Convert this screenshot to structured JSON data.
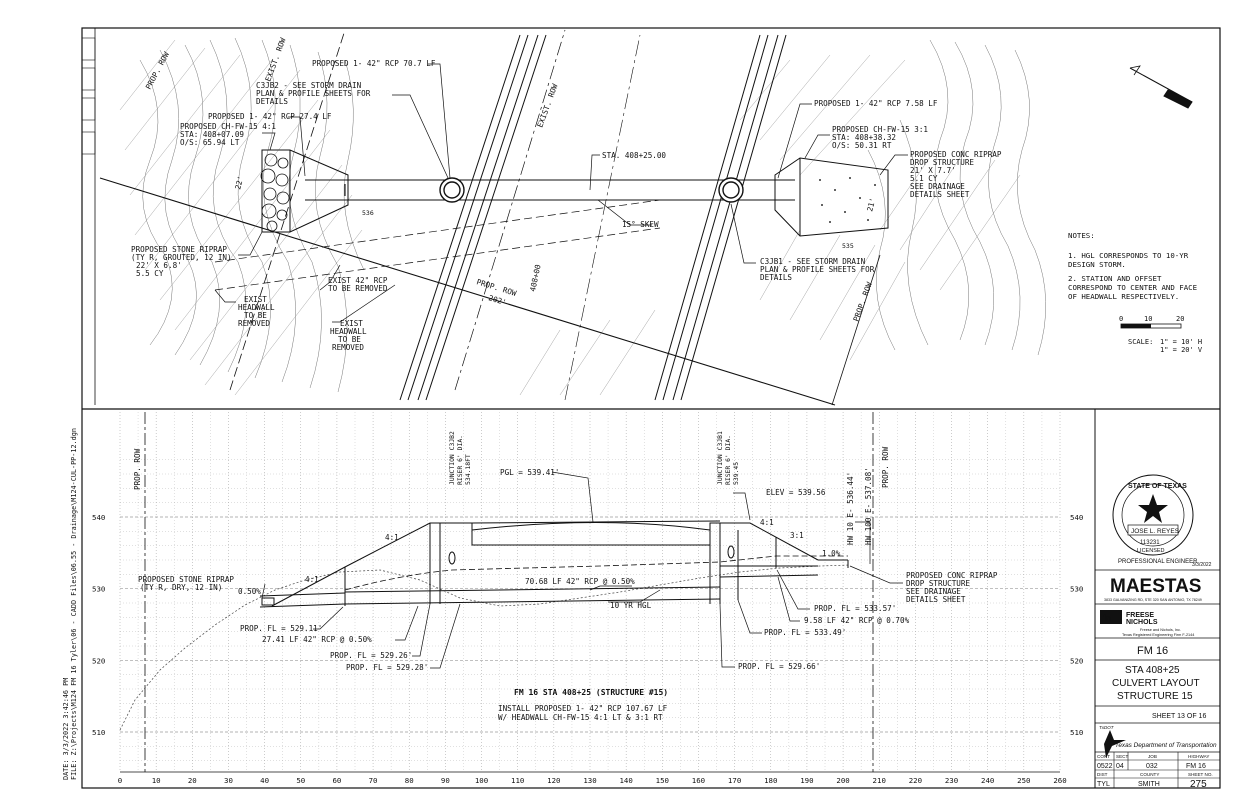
{
  "plan": {
    "labels": {
      "prop_rcp_707": "PROPOSED 1- 42\" RCP 70.7 LF",
      "c3jb2_1": "C3JB2 - SEE STORM DRAIN",
      "c3jb2_2": "PLAN & PROFILE SHEETS FOR",
      "c3jb2_3": "DETAILS",
      "prop_rcp_274": "PROPOSED 1- 42\" RCP 27.4 LF",
      "chfw_lt_1": "PROPOSED CH-FW-15 4:1",
      "chfw_lt_2": "STA: 408+07.09",
      "chfw_lt_3": "O/S: 65.94 LT",
      "dim_22": "22'",
      "prop_row_left": "PROP. ROW",
      "exist_row": "EXIST. ROW",
      "exist_row2": "EXIST. ROW",
      "sta_40825": "STA. 408+25.00",
      "skew": "15° SKEW",
      "sta_40800": "408+00",
      "stone_1": "PROPOSED STONE RIPRAP",
      "stone_2": "(TY R, GROUTED, 12 IN)",
      "stone_3": "22' X 6.8'",
      "stone_4": "5.5 CY",
      "exist_rcp_1": "EXIST 42\" RCP",
      "exist_rcp_2": "TO BE REMOVED",
      "exist_hw_a1": "EXIST",
      "exist_hw_a2": "HEADWALL",
      "exist_hw_a3": "TO BE",
      "exist_hw_a4": "REMOVED",
      "exist_hw_b1": "EXIST",
      "exist_hw_b2": "HEADWALL",
      "exist_hw_b3": "TO BE",
      "exist_hw_b4": "REMOVED",
      "prop_row_mid": "PROP. ROW",
      "dim_202": "202'",
      "prop_rcp_758": "PROPOSED 1- 42\" RCP 7.58 LF",
      "chfw_rt_1": "PROPOSED CH-FW-15 3:1",
      "chfw_rt_2": "STA: 408+38.32",
      "chfw_rt_3": "O/S: 50.31 RT",
      "conc_1": "PROPOSED CONC RIPRAP",
      "conc_2": "DROP STRUCTURE",
      "conc_3": "21' X 7.7'",
      "conc_4": "5.1 CY",
      "conc_5": "SEE DRAINAGE",
      "conc_6": "DETAILS SHEET",
      "c3jb1_1": "C3JB1 - SEE STORM DRAIN",
      "c3jb1_2": "PLAN & PROFILE SHEETS FOR",
      "c3jb1_3": "DETAILS",
      "dim_21": "21'",
      "prop_row_right": "PROP. ROW",
      "contour_536": "536",
      "contour_535": "535"
    },
    "notes": {
      "title": "NOTES:",
      "n1_1": "1. HGL CORRESPONDS TO 10-YR",
      "n1_2": "DESIGN STORM.",
      "n2_1": "2. STATION AND OFFSET",
      "n2_2": "CORRESPOND TO CENTER AND FACE",
      "n2_3": "OF HEADWALL RESPECTIVELY."
    },
    "scale": {
      "t0": "0",
      "t10": "10",
      "t20": "20",
      "label": "SCALE:",
      "h": "1\" = 10' H",
      "v": "1\" = 20' V"
    }
  },
  "profile": {
    "elev_ticks": [
      "540",
      "530",
      "520",
      "510"
    ],
    "station_ticks": [
      "0",
      "10",
      "20",
      "30",
      "40",
      "50",
      "60",
      "70",
      "80",
      "90",
      "100",
      "110",
      "120",
      "130",
      "140",
      "150",
      "160",
      "170",
      "180",
      "190",
      "200",
      "210",
      "220",
      "230",
      "240",
      "250",
      "260"
    ],
    "labels": {
      "prop_row_l": "PROP. ROW",
      "prop_row_r": "PROP. ROW",
      "jb2_1": "JUNCTION C3JB2",
      "jb2_2": "RISER 6' DIA.",
      "jb2_3": "534.18FT",
      "jb1_1": "JUNCTION C3JB1",
      "jb1_2": "RISER 6' DIA.",
      "jb1_3": "539.45",
      "pgl": "PGL = 539.41'",
      "elev": "ELEV = 539.56",
      "hw10": "HW 10 E- 536.44'",
      "hw100": "HW 100 E- 537.08'",
      "slope_41a": "4:1",
      "slope_41b": "4:1",
      "slope_41c": "4:1",
      "slope_31": "3:1",
      "grade": "1.0%",
      "grade2": "0.50%",
      "stone_1": "PROPOSED STONE RIPRAP",
      "stone_2": "(TY R, DRY, 12 IN)",
      "rcp_main": "70.68 LF 42\" RCP @ 0.50%",
      "hgl": "10 YR HGL",
      "fl_2911": "PROP. FL = 529.11'",
      "rcp_2741": "27.41 LF 42\" RCP @ 0.50%",
      "fl_2926": "PROP. FL = 529.26'",
      "fl_2928": "PROP. FL = 529.28'",
      "fl_3357": "PROP. FL = 533.57'",
      "rcp_958": "9.58 LF 42\" RCP @ 0.70%",
      "fl_3349": "PROP. FL = 533.49'",
      "fl_2966": "PROP. FL = 529.66'",
      "conc_1": "PROPOSED CONC RIPRAP",
      "conc_2": "DROP STRUCTURE",
      "conc_3": "SEE DRAINAGE",
      "conc_4": "DETAILS SHEET",
      "struct_title": "FM 16 STA 408+25 (STRUCTURE #15)",
      "install_1": "INSTALL PROPOSED 1- 42\" RCP 107.67 LF",
      "install_2": "W/ HEADWALL CH-FW-15 4:1  LT & 3:1 RT"
    }
  },
  "margin": {
    "file": "FILE: Z:\\Projects\\M124 FM 16 Tyler\\06 - CADD Files\\06.55 - Drainage\\M124-CUL-PP-12.dgn",
    "date": "DATE: 3/3/2022    3:42:46 PM"
  },
  "title_block": {
    "seal": {
      "state": "STATE OF TEXAS",
      "name": "JOSE L. REYES",
      "number": "113231",
      "licensed": "LICENSED",
      "role": "PROFESSIONAL ENGINEER",
      "date": "3/3/2022"
    },
    "firm": "MAESTAS",
    "firm_sub": "3833 GALVANIZING RD, STE 320 SAN ANTONIO, TX 78249",
    "fn_1": "FREESE",
    "fn_2": "NICHOLS",
    "fn_sub_1": "Freese and Nichols, Inc.",
    "fn_sub_2": "Texas Registered Engineering Firm F-2144",
    "route": "FM 16",
    "desc_1": "STA 408+25",
    "desc_2": "CULVERT LAYOUT",
    "desc_3": "STRUCTURE 15",
    "sheet": "SHEET 13 OF 16",
    "txdot_1": "Texas Department of Transportation",
    "txdot_logo": "TxDOT",
    "grid": {
      "h_cont": "CONT",
      "h_sect": "SECT",
      "h_job": "JOB",
      "h_hwy": "HIGHWAY",
      "v_cont": "0522",
      "v_sect": "04",
      "v_job": "032",
      "v_hwy": "FM 16",
      "h_dist": "DIST",
      "h_county": "COUNTY",
      "h_sheet": "SHEET NO.",
      "v_dist": "TYL",
      "v_county": "SMITH",
      "v_sheet": "275"
    }
  },
  "colors": {
    "ink": "#111111",
    "grid": "#9a9a9a",
    "contour": "#777777",
    "paper": "#ffffff"
  }
}
